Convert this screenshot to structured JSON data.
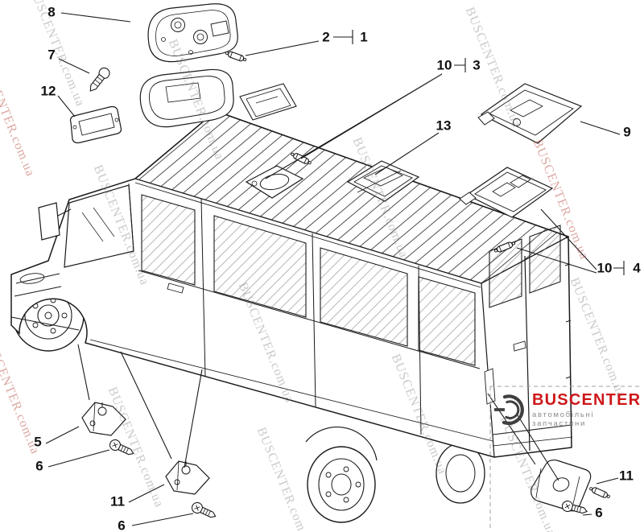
{
  "watermark": {
    "text": "BUSCENTER.com.ua"
  },
  "logo": {
    "name": "BUSCENTER",
    "tagline": "автомобільні запчастини"
  },
  "callouts": {
    "n1": "1",
    "n2": "2",
    "n3": "3",
    "n4": "4",
    "n5": "5",
    "n6a": "6",
    "n6b": "6",
    "n6c": "6",
    "n7": "7",
    "n8": "8",
    "n9": "9",
    "n10a": "10",
    "n10b": "10",
    "n11a": "11",
    "n11b": "11",
    "n12": "12",
    "n13": "13"
  },
  "colors": {
    "line": "#1a1a1a",
    "watermark_gray": "#9a9a9a",
    "watermark_red": "#bf5f52",
    "logo_red": "#cd1719",
    "logo_gray": "#8c8c8c"
  }
}
